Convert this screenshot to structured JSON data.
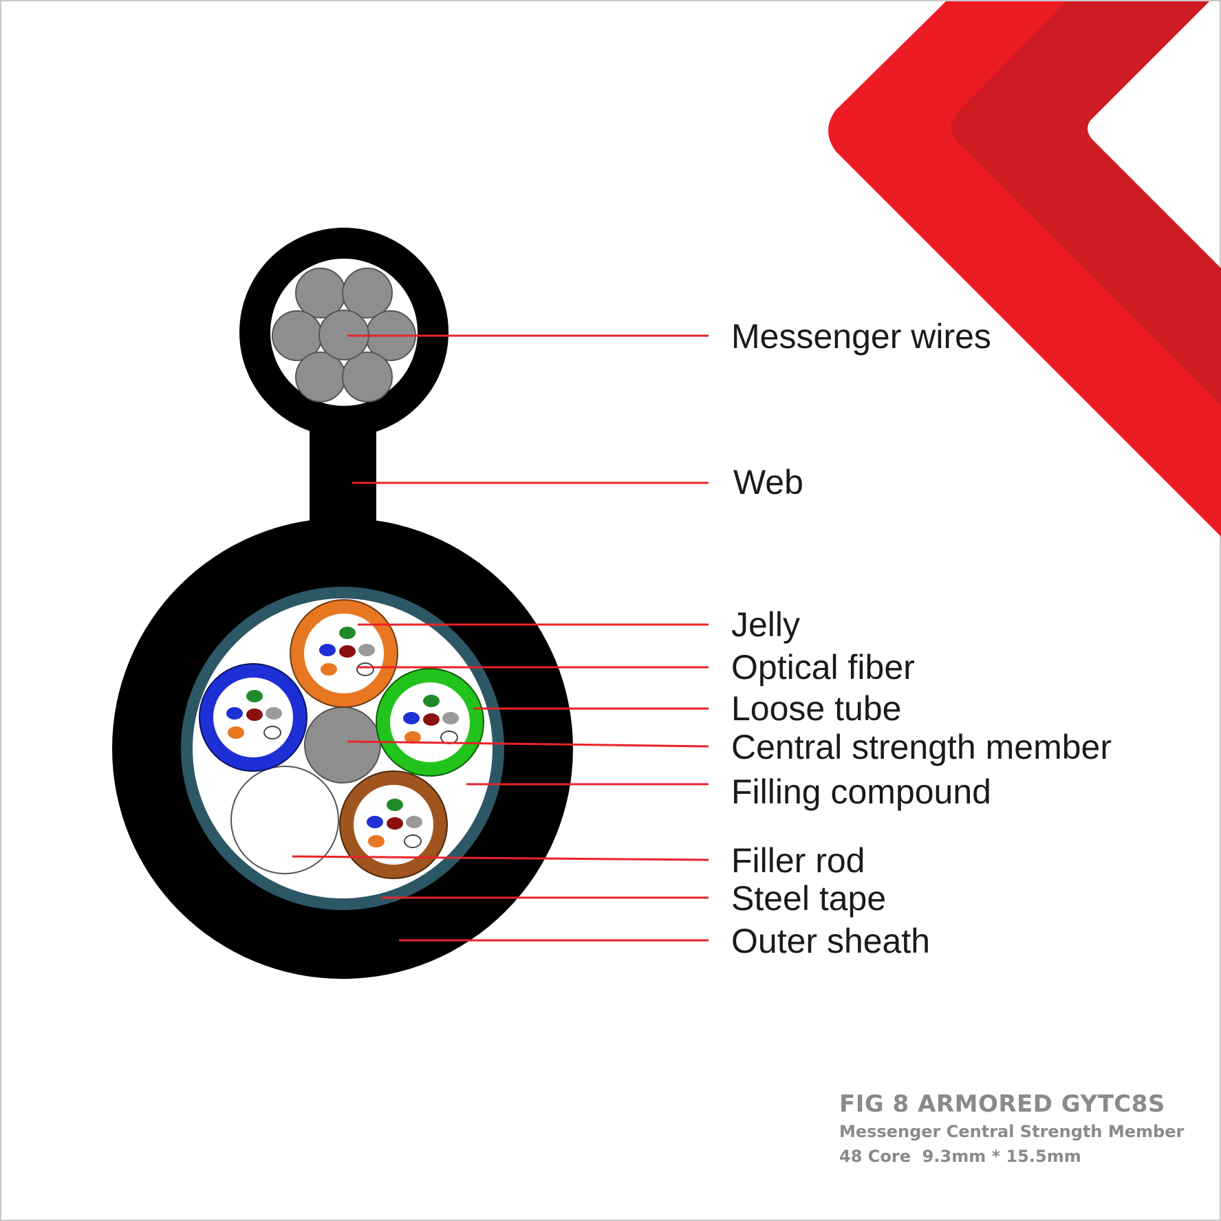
{
  "labels": {
    "messenger_wires": "Messenger wires",
    "web": "Web",
    "jelly": "Jelly",
    "optical_fiber": "Optical fiber",
    "loose_tube": "Loose tube",
    "central_strength_member": "Central strength member",
    "filling_compound": "Filling compound",
    "filler_rod": "Filler rod",
    "steel_tape": "Steel tape",
    "outer_sheath": "Outer sheath"
  },
  "caption": {
    "title": "FIG 8 ARMORED GYTC8S",
    "subtitle": "Messenger Central Strength Member",
    "spec": "48 Core  9.3mm * 15.5mm"
  },
  "colors": {
    "accent_red": "#ed1c24",
    "accent_dark_red": "#cf1b22",
    "leader_line": "#e8222a",
    "sheath": "#000000",
    "steel_tape": "#2c5866",
    "wire_gray": "#8e8e8e",
    "tube_orange": "#e87722",
    "tube_blue": "#1e2fd6",
    "tube_green": "#22c31c",
    "tube_brown": "#a0541e",
    "caption_gray": "#8a8a8a"
  }
}
